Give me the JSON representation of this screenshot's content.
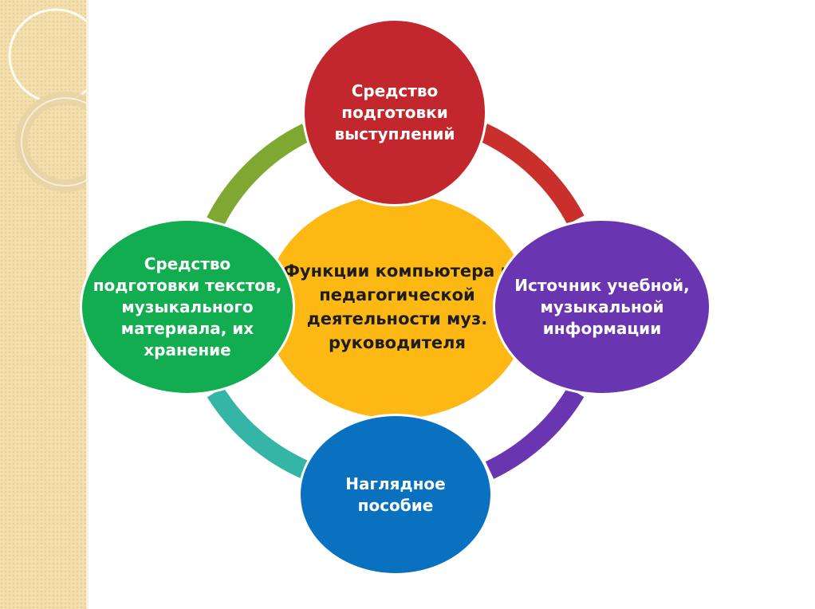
{
  "center": {
    "label": "Функции компьютера в педагогической деятельности муз. руководителя"
  },
  "nodes": {
    "top": {
      "label": "Средство подготовки выступлений"
    },
    "right": {
      "label": "Источник учебной, музыкальной информации"
    },
    "bottom": {
      "label": "Наглядное пособие"
    },
    "left": {
      "label": "Средство подготовки текстов, музыкального материала, их хранение"
    }
  },
  "colors": {
    "center": "#fdb813",
    "top": "#c1272d",
    "right": "#6a35b1",
    "bottom": "#0a70c0",
    "left": "#11ad50",
    "arc_top_left": "#7fa832",
    "arc_top_right": "#c9302c",
    "arc_bottom_right": "#6a35b1",
    "arc_bottom_left": "#35b5a6",
    "side_band": "#f3dfad"
  }
}
